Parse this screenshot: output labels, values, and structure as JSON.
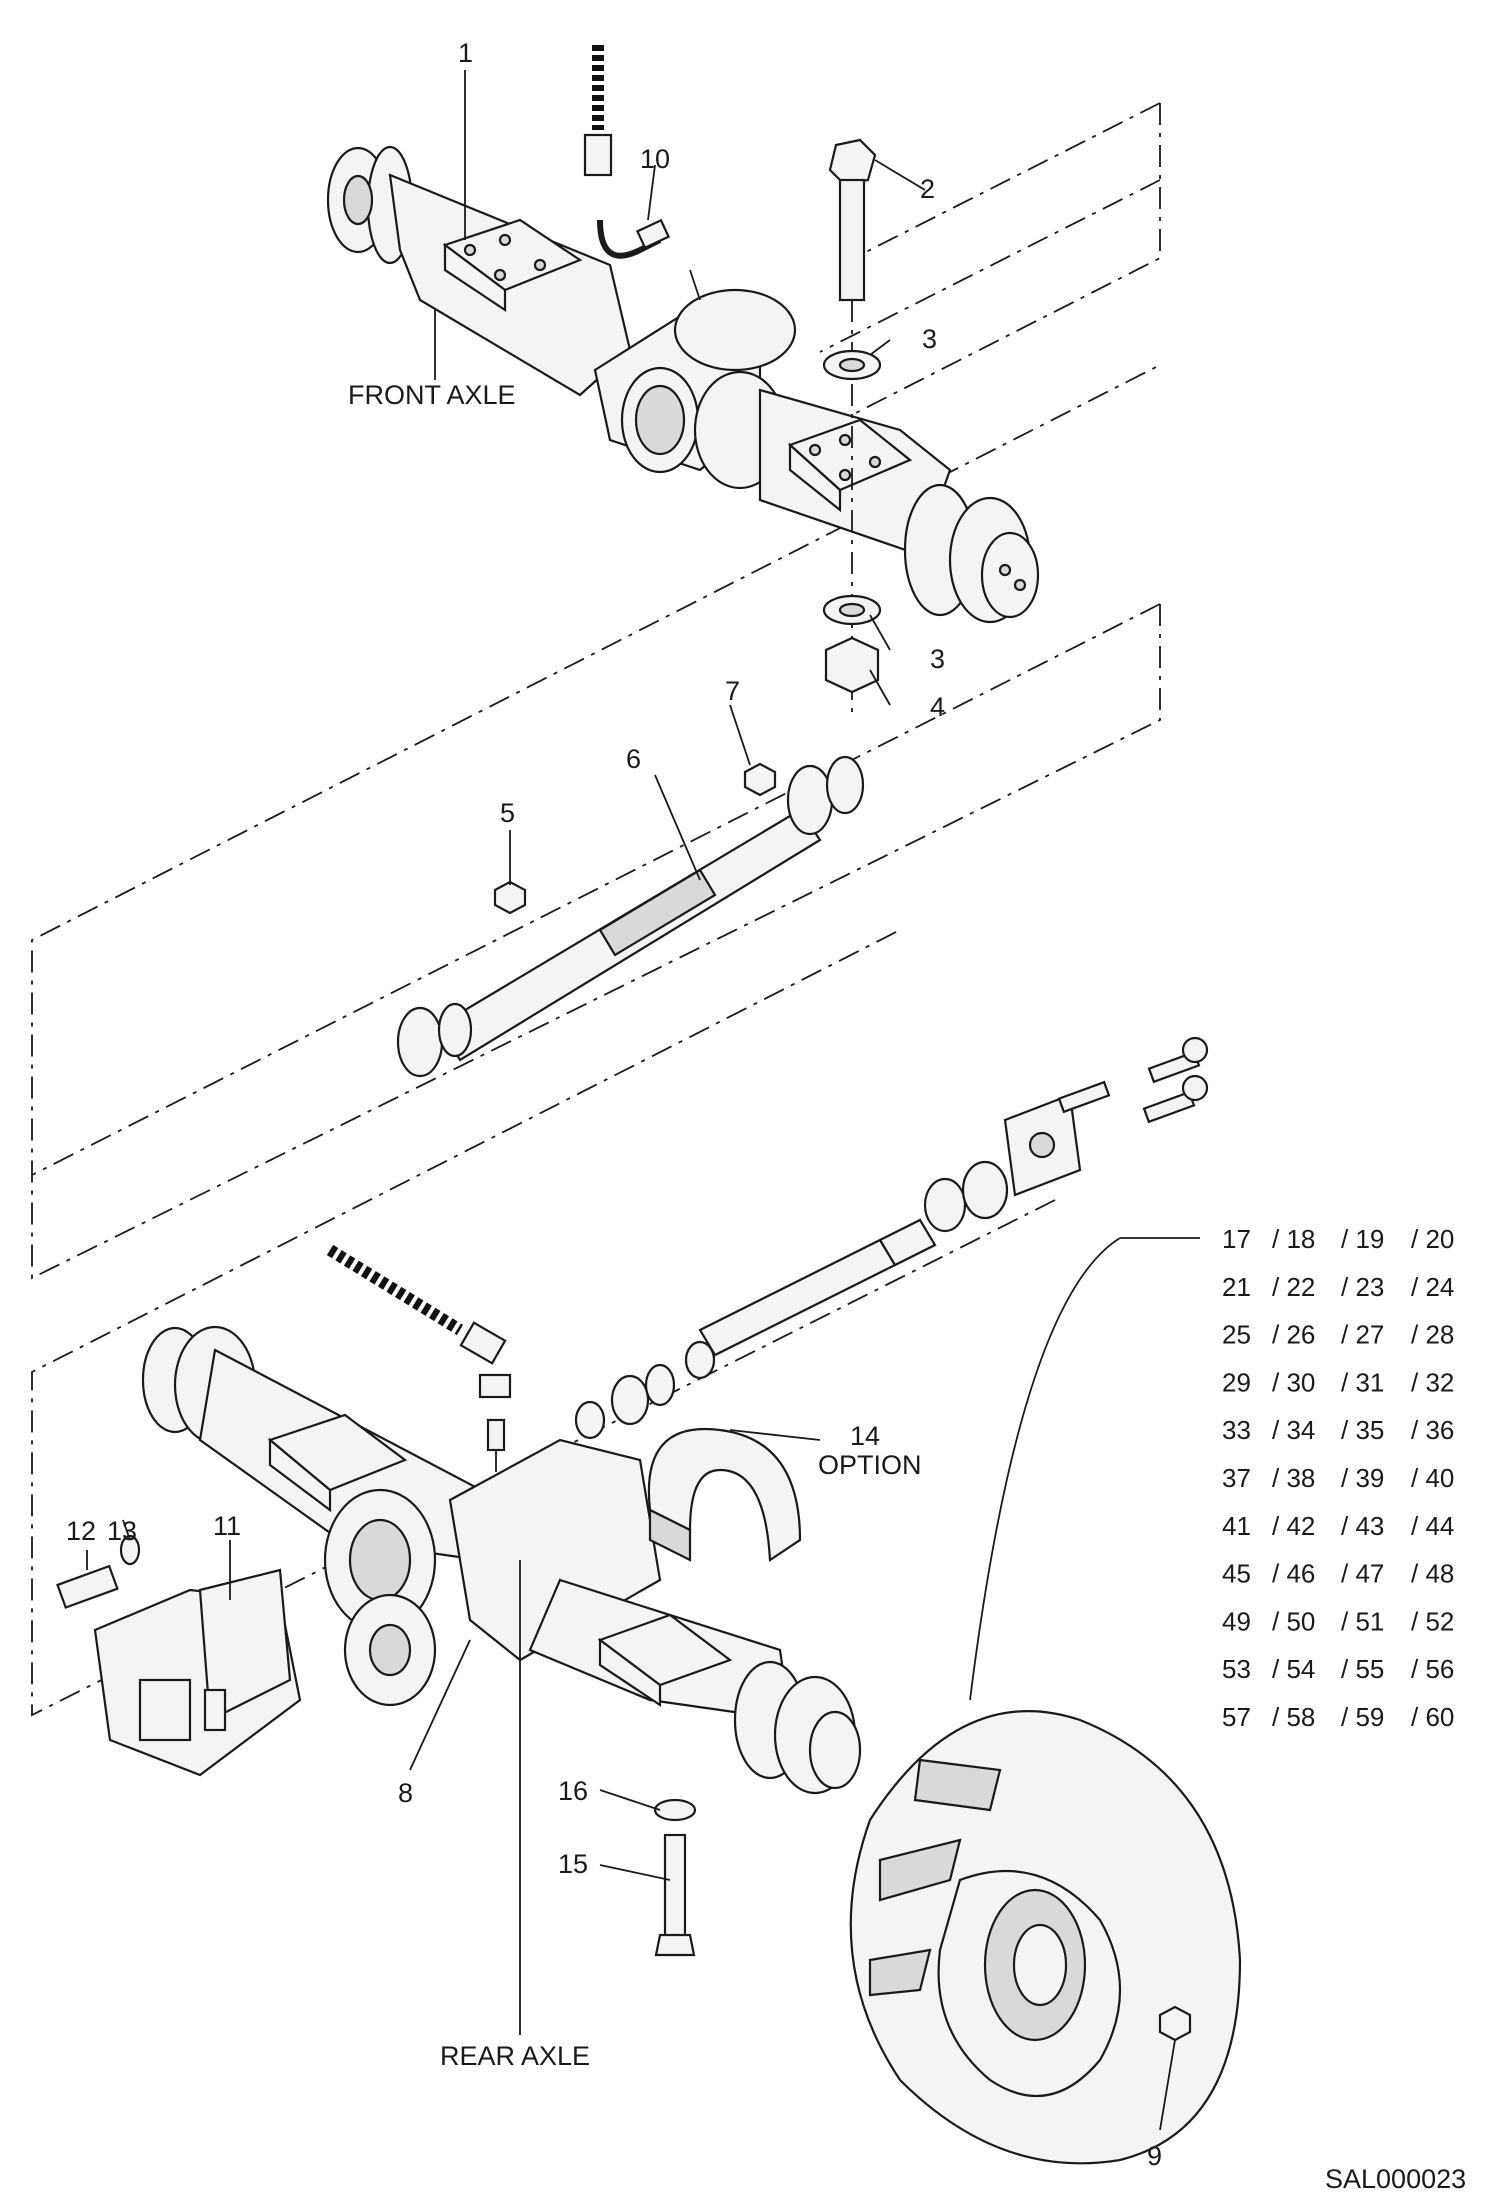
{
  "labels": {
    "front_axle": "FRONT AXLE",
    "rear_axle": "REAR AXLE",
    "option": "OPTION",
    "drawing_id": "SAL000023"
  },
  "callouts": [
    "1",
    "2",
    "3",
    "3",
    "4",
    "5",
    "6",
    "7",
    "8",
    "9",
    "10",
    "11",
    "12",
    "13",
    "14",
    "15",
    "16"
  ],
  "wheel_parts": [
    [
      "17",
      "/ 18",
      "/ 19",
      "/ 20"
    ],
    [
      "21",
      "/ 22",
      "/ 23",
      "/ 24"
    ],
    [
      "25",
      "/ 26",
      "/ 27",
      "/ 28"
    ],
    [
      "29",
      "/ 30",
      "/ 31",
      "/ 32"
    ],
    [
      "33",
      "/ 34",
      "/ 35",
      "/ 36"
    ],
    [
      "37",
      "/ 38",
      "/ 39",
      "/ 40"
    ],
    [
      "41",
      "/ 42",
      "/ 43",
      "/ 44"
    ],
    [
      "45",
      "/ 46",
      "/ 47",
      "/ 48"
    ],
    [
      "49",
      "/ 50",
      "/ 51",
      "/ 52"
    ],
    [
      "53",
      "/ 54",
      "/ 55",
      "/ 56"
    ],
    [
      "57",
      "/ 58",
      "/ 59",
      "/ 60"
    ]
  ]
}
